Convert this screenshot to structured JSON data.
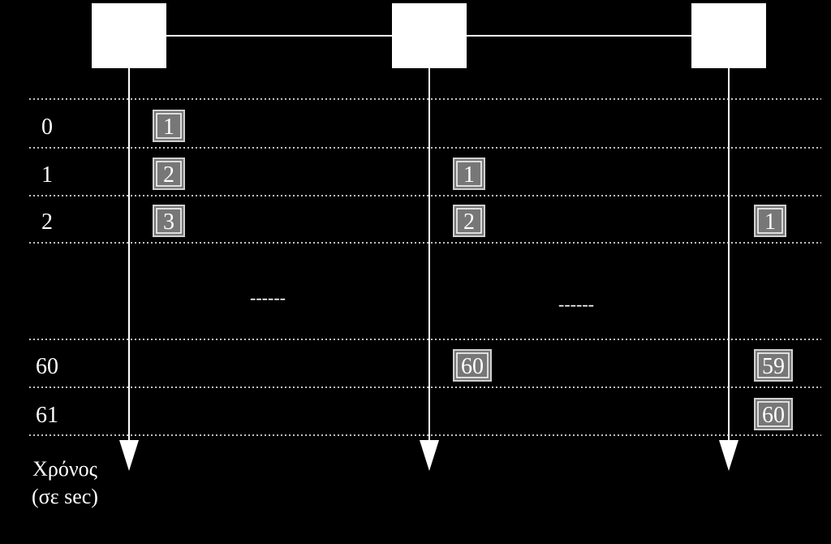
{
  "diagram": {
    "colors": {
      "background": "#000000",
      "line": "#ffffff",
      "node_fill": "#ffffff",
      "packet_fill": "#777777",
      "packet_border": "#ffffff",
      "text": "#ffffff"
    },
    "nodes": [
      "",
      "",
      ""
    ],
    "time_rows": [
      "0",
      "1",
      "2",
      "",
      "60",
      "61"
    ],
    "ellipsis": [
      "------",
      "------"
    ],
    "axis_label": {
      "line1": "Χρόνος",
      "line2": "(σε sec)"
    },
    "packets": [
      {
        "node": 0,
        "row": 0,
        "label": "1"
      },
      {
        "node": 0,
        "row": 1,
        "label": "2"
      },
      {
        "node": 0,
        "row": 2,
        "label": "3"
      },
      {
        "node": 1,
        "row": 1,
        "label": "1"
      },
      {
        "node": 1,
        "row": 2,
        "label": "2"
      },
      {
        "node": 1,
        "row": 4,
        "label": "60"
      },
      {
        "node": 2,
        "row": 2,
        "label": "1"
      },
      {
        "node": 2,
        "row": 4,
        "label": "59"
      },
      {
        "node": 2,
        "row": 5,
        "label": "60"
      }
    ]
  }
}
